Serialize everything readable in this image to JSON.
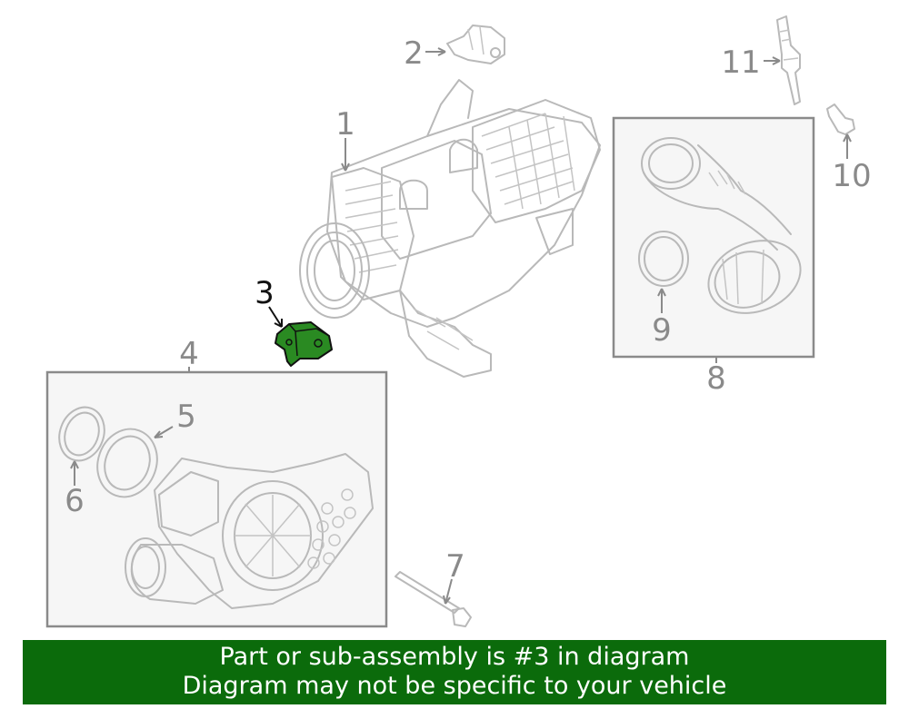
{
  "callouts": {
    "c1": "1",
    "c2": "2",
    "c3": "3",
    "c4": "4",
    "c5": "5",
    "c6": "6",
    "c7": "7",
    "c8": "8",
    "c9": "9",
    "c10": "10",
    "c11": "11"
  },
  "highlight_color": "#2a8a22",
  "banner": {
    "line1": "Part or sub-assembly is #3 in diagram",
    "line2": "Diagram may not be specific to your vehicle",
    "color": "#0b6b0b"
  }
}
